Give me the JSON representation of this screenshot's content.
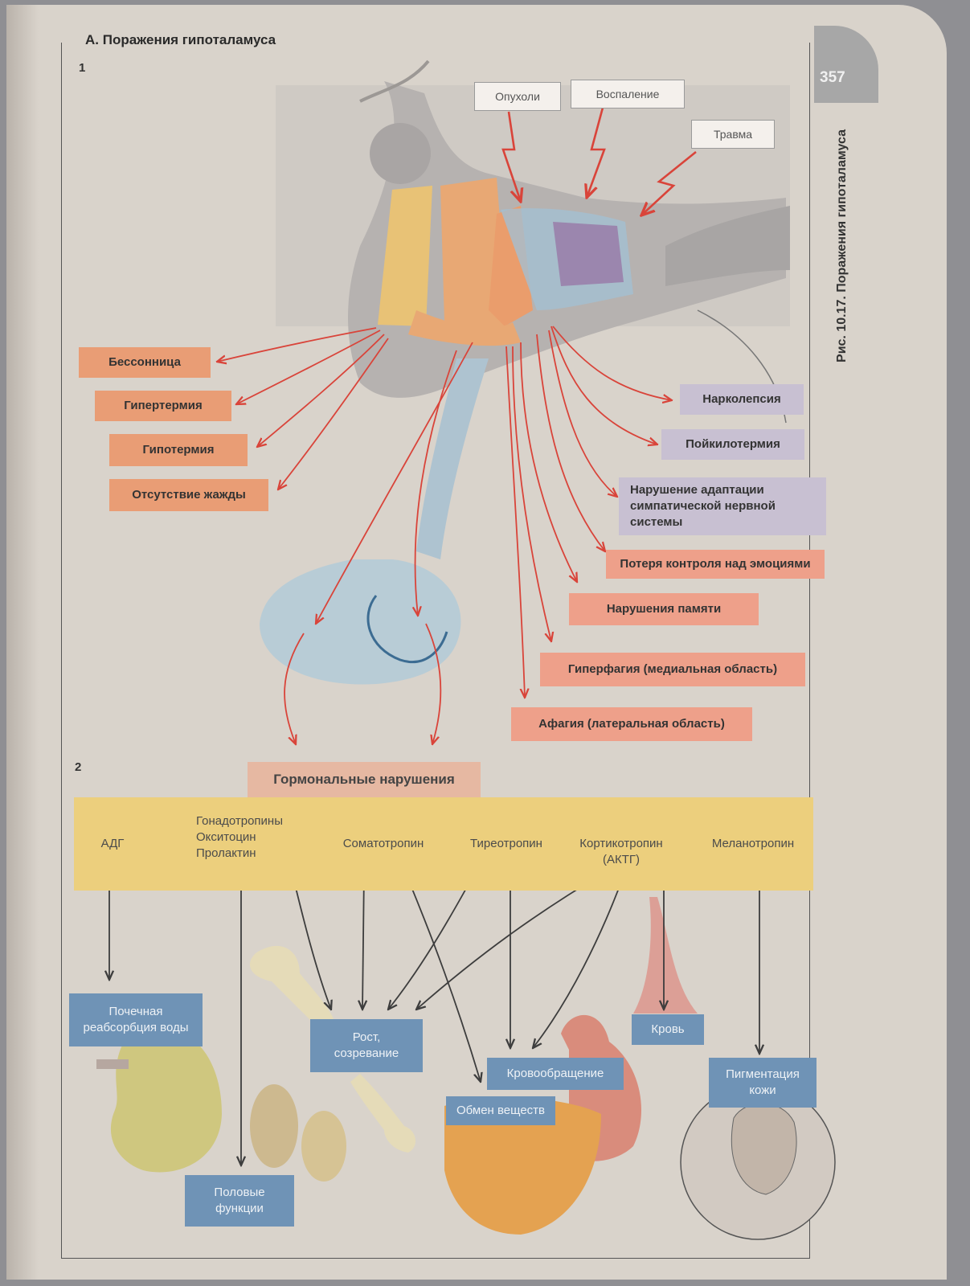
{
  "header": {
    "section_title": "А. Поражения гипоталамуса",
    "page_number": "357",
    "figure_caption": "Рис. 10.17. Поражения гипоталамуса",
    "panel_1": "1",
    "panel_2": "2"
  },
  "causes": [
    "Опухоли",
    "Воспаление",
    "Травма"
  ],
  "left_effects": [
    "Бессонница",
    "Гипертермия",
    "Гипотермия",
    "Отсутствие жажды"
  ],
  "right_effects": [
    "Нарколепсия",
    "Пойкилотермия",
    "Нарушение адаптации симпатической нервной системы",
    "Потеря контроля над эмоциями",
    "Нарушения памяти",
    "Гиперфагия (медиальная область)",
    "Афагия (латеральная область)"
  ],
  "hormonal": {
    "title": "Гормональные нарушения",
    "hormones": [
      "АДГ",
      "Гонадотропины\nОкситоцин\nПролактин",
      "Соматотропин",
      "Тиреотропин",
      "Кортикотропин\n(АКТГ)",
      "Меланотропин"
    ],
    "targets": [
      "Почечная\nреабсорбция воды",
      "Половые\nфункции",
      "Рост,\nсозревание",
      "Обмен веществ",
      "Кровообращение",
      "Кровь",
      "Пигментация\nкожи"
    ]
  },
  "colors": {
    "arrow_red": "#d9443a",
    "arrow_dark": "#3d3d3d",
    "label_orange": "#e99d75",
    "label_lilac": "#c8c0d2",
    "label_salmon": "#eea08a",
    "target_blue": "#6f93b6",
    "band_yellow": "#eccf7d"
  }
}
